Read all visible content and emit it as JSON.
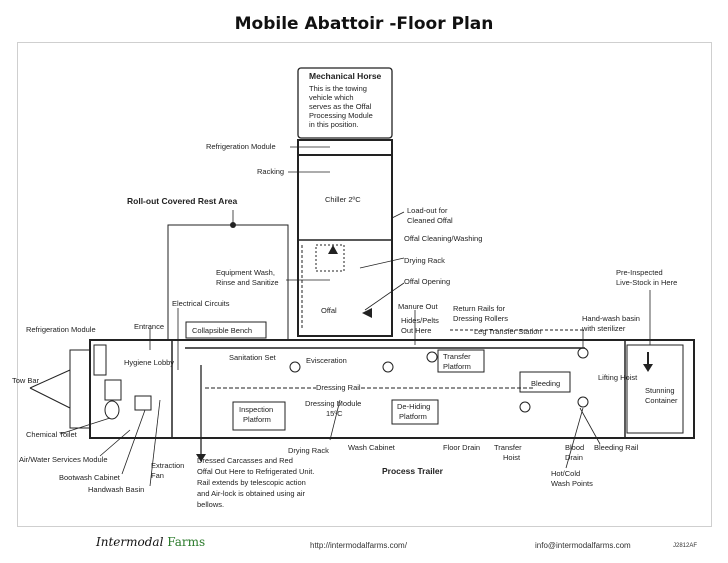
{
  "title": "Mobile Abattoir -Floor Plan",
  "mechanical_horse": {
    "heading": "Mechanical Horse",
    "note": [
      "This is the towing",
      "vehicle which",
      "serves as the Offal",
      "Processing Module",
      "in this position."
    ]
  },
  "labels": {
    "refrigeration_module_top": "Refrigeration Module",
    "racking": "Racking",
    "rest_area": "Roll-out Covered Rest Area",
    "chiller": "Chiller 2ºC",
    "loadout": [
      "Load-out for",
      "Cleaned Offal"
    ],
    "offal_washing": "Offal Cleaning/Washing",
    "drying_rack_top": "Drying Rack",
    "offal_opening": "Offal Opening",
    "equipment_wash": [
      "Equipment Wash,",
      "Rinse and Sanitize"
    ],
    "pre_inspected": [
      "Pre-Inspected",
      "Live-Stock in Here"
    ],
    "electrical_circuits": "Electrical Circuits",
    "offal": "Offal",
    "manure_out": "Manure Out",
    "return_rails": [
      "Return Rails for",
      "Dressing Rollers"
    ],
    "hand_wash_basin": [
      "Hand-wash basin",
      "with sterilizer"
    ],
    "hides_pelts": [
      "Hides/Pelts",
      "Out Here"
    ],
    "leg_transfer": "Leg Transfer Station",
    "entrance": "Entrance",
    "collapsible_bench": "Collapsible Bench",
    "refrigeration_module_left": "Refrigeration Module",
    "sanitation_set": "Sanitation Set",
    "evisceration": "Evisceration",
    "transfer_platform": [
      "Transfer",
      "Platform"
    ],
    "hygiene_lobby": "Hygiene Lobby",
    "lifting_hoist": "Lifting Hoist",
    "tow_bar": "Tow Bar",
    "dressing_rail": "Dressing Rail",
    "bleeding": "Bleeding",
    "stunning": [
      "Stunning",
      "Container"
    ],
    "inspection_platform": [
      "Inspection",
      "Platform"
    ],
    "dressing_module": [
      "Dressing Module",
      "15ºC"
    ],
    "dehiding": [
      "De-Hiding",
      "Platform"
    ],
    "chemical_toilet": "Chemical Toilet",
    "drying_rack_bottom": "Drying Rack",
    "wash_cabinet": "Wash Cabinet",
    "floor_drain": "Floor Drain",
    "transfer_hoist": [
      "Transfer",
      "Hoist"
    ],
    "blood_drain": [
      "Blood",
      "Drain"
    ],
    "bleeding_rail": "Bleeding Rail",
    "air_water": "Air/Water Services Module",
    "extraction_fan": [
      "Extraction",
      "Fan"
    ],
    "dressed_carcasses": [
      "Dressed Carcasses and Red",
      "Offal Out Here to Refrigerated Unit.",
      "Rail extends by telescopic action",
      "and Air-lock is obtained using air",
      "bellows."
    ],
    "process_trailer": "Process Trailer",
    "hot_cold": [
      "Hot/Cold",
      "Wash Points"
    ],
    "bootwash": "Bootwash Cabinet",
    "handwash_basin": "Handwash Basin"
  },
  "footer": {
    "logo_word1": "Intermodal",
    "logo_word2": "Farms",
    "url": "http://intermodalfarms.com/",
    "email": "info@intermodalfarms.com",
    "code": "J2812AF"
  }
}
